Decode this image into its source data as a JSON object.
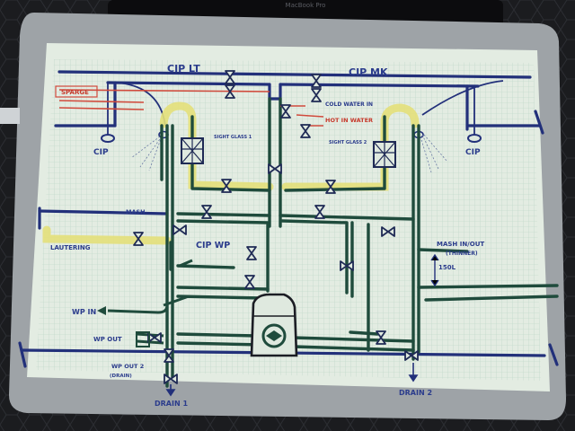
{
  "laptop_brand": "MacBook Pro",
  "colors": {
    "background": "#1b1c1f",
    "clipboard": "#9da3a6",
    "paper": "#dfe9df",
    "grid": "#b9d2c4",
    "blue_pipe": "#22307a",
    "green_pipe": "#1f4b3c",
    "yellow_highlight": "#e3e07a",
    "red_pipe": "#d04a3c",
    "label_blue": "#2b3c8c",
    "label_red": "#c73a2c"
  },
  "labels": {
    "cip_lt": "CIP LT",
    "cip_mk": "CIP MK",
    "sparge": "SPARGE",
    "cold_water_in": "COLD WATER IN",
    "hot_water_in": "HOT IN WATER",
    "sight_glass_1": "SIGHT GLASS 1",
    "sight_glass_2": "SIGHT GLASS 2",
    "cip_left": "CIP",
    "cip_right": "CIP",
    "mash": "MASH",
    "lautering": "LAUTERING",
    "cip_wp": "CIP WP",
    "mash_in_out": "MASH IN/OUT",
    "thinner": "(THINNER)",
    "sol_150": "150L",
    "wp_in": "WP IN",
    "wp_out": "WP OUT",
    "wp_out2": "WP OUT 2",
    "drain_note": "(DRAIN)",
    "drain_1": "DRAIN 1",
    "drain_2": "DRAIN 2"
  }
}
